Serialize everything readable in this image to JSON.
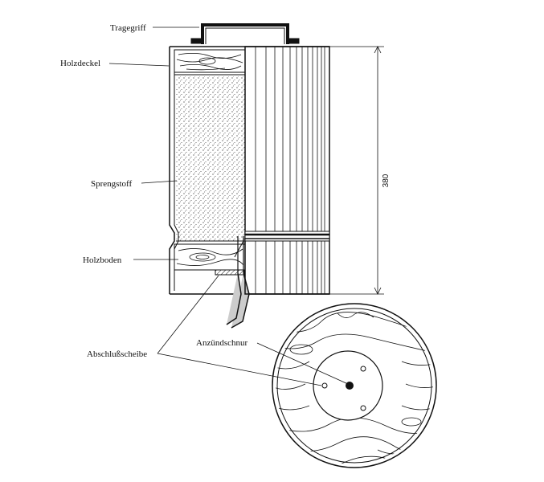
{
  "labels": {
    "tragegriff": "Tragegriff",
    "holzdeckel": "Holzdeckel",
    "sprengstoff": "Sprengstoff",
    "holzboden": "Holzboden",
    "abschlussscheibe": "Abschlußscheibe",
    "anzuendschnur": "Anzündschnur"
  },
  "dimension": {
    "height_value": "380"
  },
  "colors": {
    "ink": "#111111",
    "paper": "#ffffff"
  }
}
